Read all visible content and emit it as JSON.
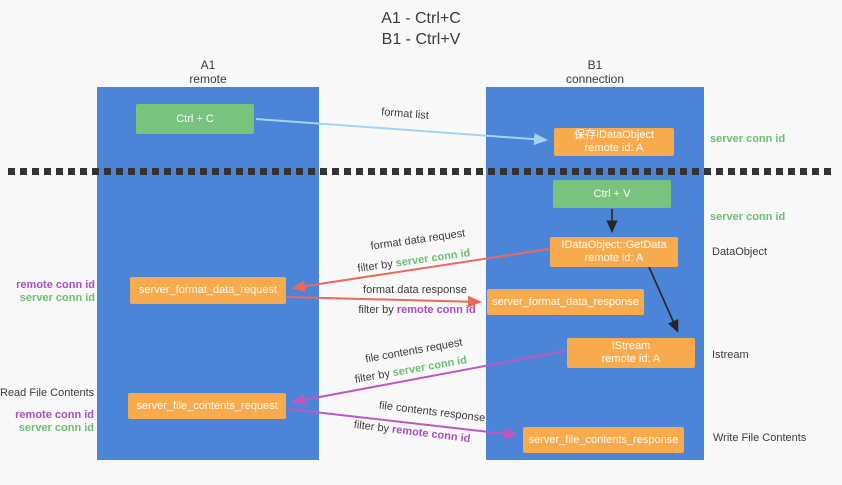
{
  "title": {
    "line1": "A1 - Ctrl+C",
    "line2": "B1 - Ctrl+V"
  },
  "lifelines": {
    "left": {
      "name": "A1",
      "subtitle": "remote"
    },
    "right": {
      "name": "B1",
      "subtitle": "connection"
    }
  },
  "nodes": {
    "ctrl_c": "Ctrl + C",
    "ctrl_v": "Ctrl + V",
    "save_idataobject": {
      "line1": "保存IDataObject",
      "line2": "remote id: A"
    },
    "getdata": {
      "line1": "IDataObject::GetData",
      "line2": "remote id: A"
    },
    "istream": {
      "line1": "IStream",
      "line2": "remote id: A"
    },
    "format_request": "server_format_data_request",
    "format_response": "server_format_data_response",
    "file_request": "server_file_contents_request",
    "file_response": "server_file_contents_response"
  },
  "arrow_labels": {
    "format_list": "format list",
    "format_data_request": "format data request",
    "format_data_response": "format data response",
    "file_contents_request": "file contents request",
    "file_contents_response": "file contents response",
    "filter_by": "filter by ",
    "server_conn_id": "server conn id",
    "remote_conn_id": "remote conn id"
  },
  "side_labels": {
    "right_server_conn_top": "server conn id",
    "right_server_conn_mid": "server conn id",
    "dataobject": "DataObject",
    "istream": "Istream",
    "write_file_contents": "Write File Contents",
    "left_remote_conn_1": "remote conn id",
    "left_server_conn_1": "server conn id",
    "read_file_contents": "Read File Contents",
    "left_remote_conn_2": "remote conn id",
    "left_server_conn_2": "server conn id"
  },
  "colors": {
    "lifeline_blue": "#4c85d8",
    "node_green": "#78c37e",
    "node_orange": "#f8ab4c",
    "arrow_light_blue": "#a5d3ef",
    "arrow_red": "#e9695f",
    "arrow_magenta": "#bc58c0",
    "arrow_black": "#262626",
    "text_green": "#6cbf70",
    "text_purple": "#a94fc4",
    "text_dark": "#3b3b3b",
    "background": "#f8f8f8"
  }
}
